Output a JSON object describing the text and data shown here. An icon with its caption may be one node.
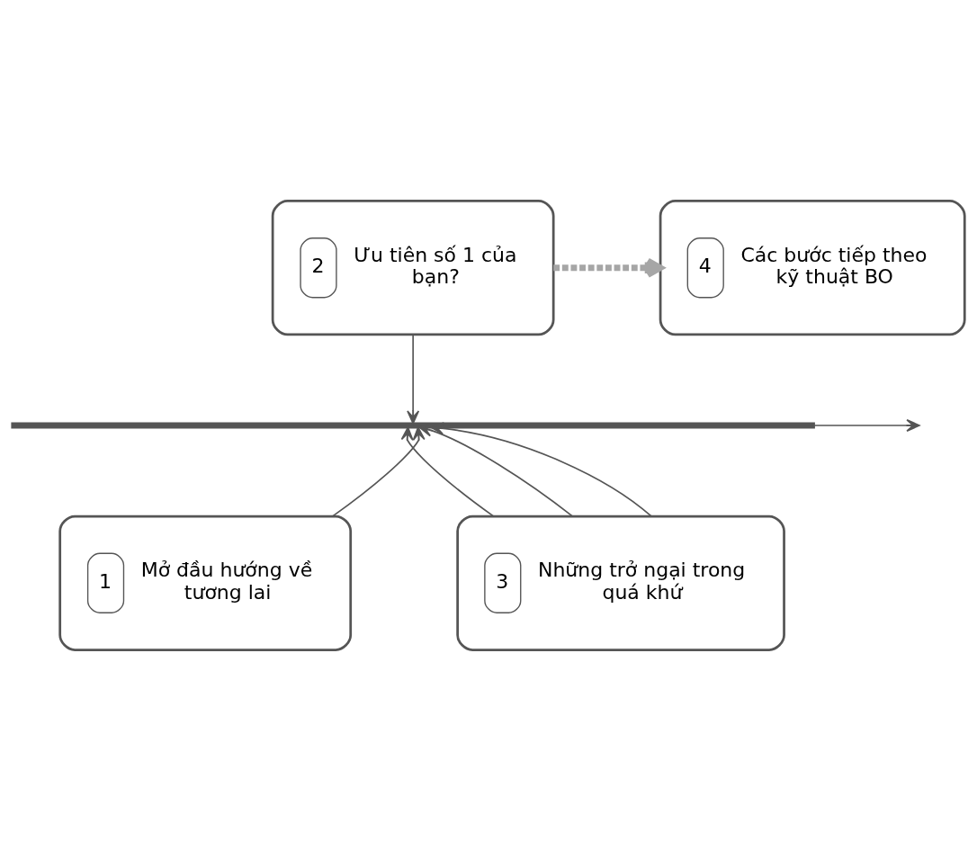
{
  "diagram": {
    "nodes": [
      {
        "text": [
          "2",
          "Ưu tiên số 1 của bạn?"
        ]
      },
      {
        "text": [
          "4",
          "Các bước tiếp theo kỹ thuật BO"
        ]
      },
      {
        "text": [],
        "shape": "line"
      },
      {
        "text": [
          "1",
          "Mở đầu hướng về tương lai"
        ]
      },
      {
        "text": [
          "3",
          "Những trở ngại trong quá khứ"
        ]
      }
    ],
    "edges": [
      {
        "from": 0,
        "to": 1,
        "arrow": "to",
        "style": "dashed",
        "color": "#a6a6a6"
      },
      {
        "from": 0,
        "to": 2,
        "arrow": "to"
      },
      {
        "from": 2,
        "to": null,
        "arrow": "to"
      },
      {
        "from": 3,
        "to": 2,
        "arrow": "to"
      },
      {
        "from": 4,
        "to": 2,
        "arrow": "to"
      },
      {
        "from": 4,
        "to": 2,
        "arrow": "to"
      },
      {
        "from": 4,
        "to": 2,
        "arrow": "to"
      }
    ]
  }
}
